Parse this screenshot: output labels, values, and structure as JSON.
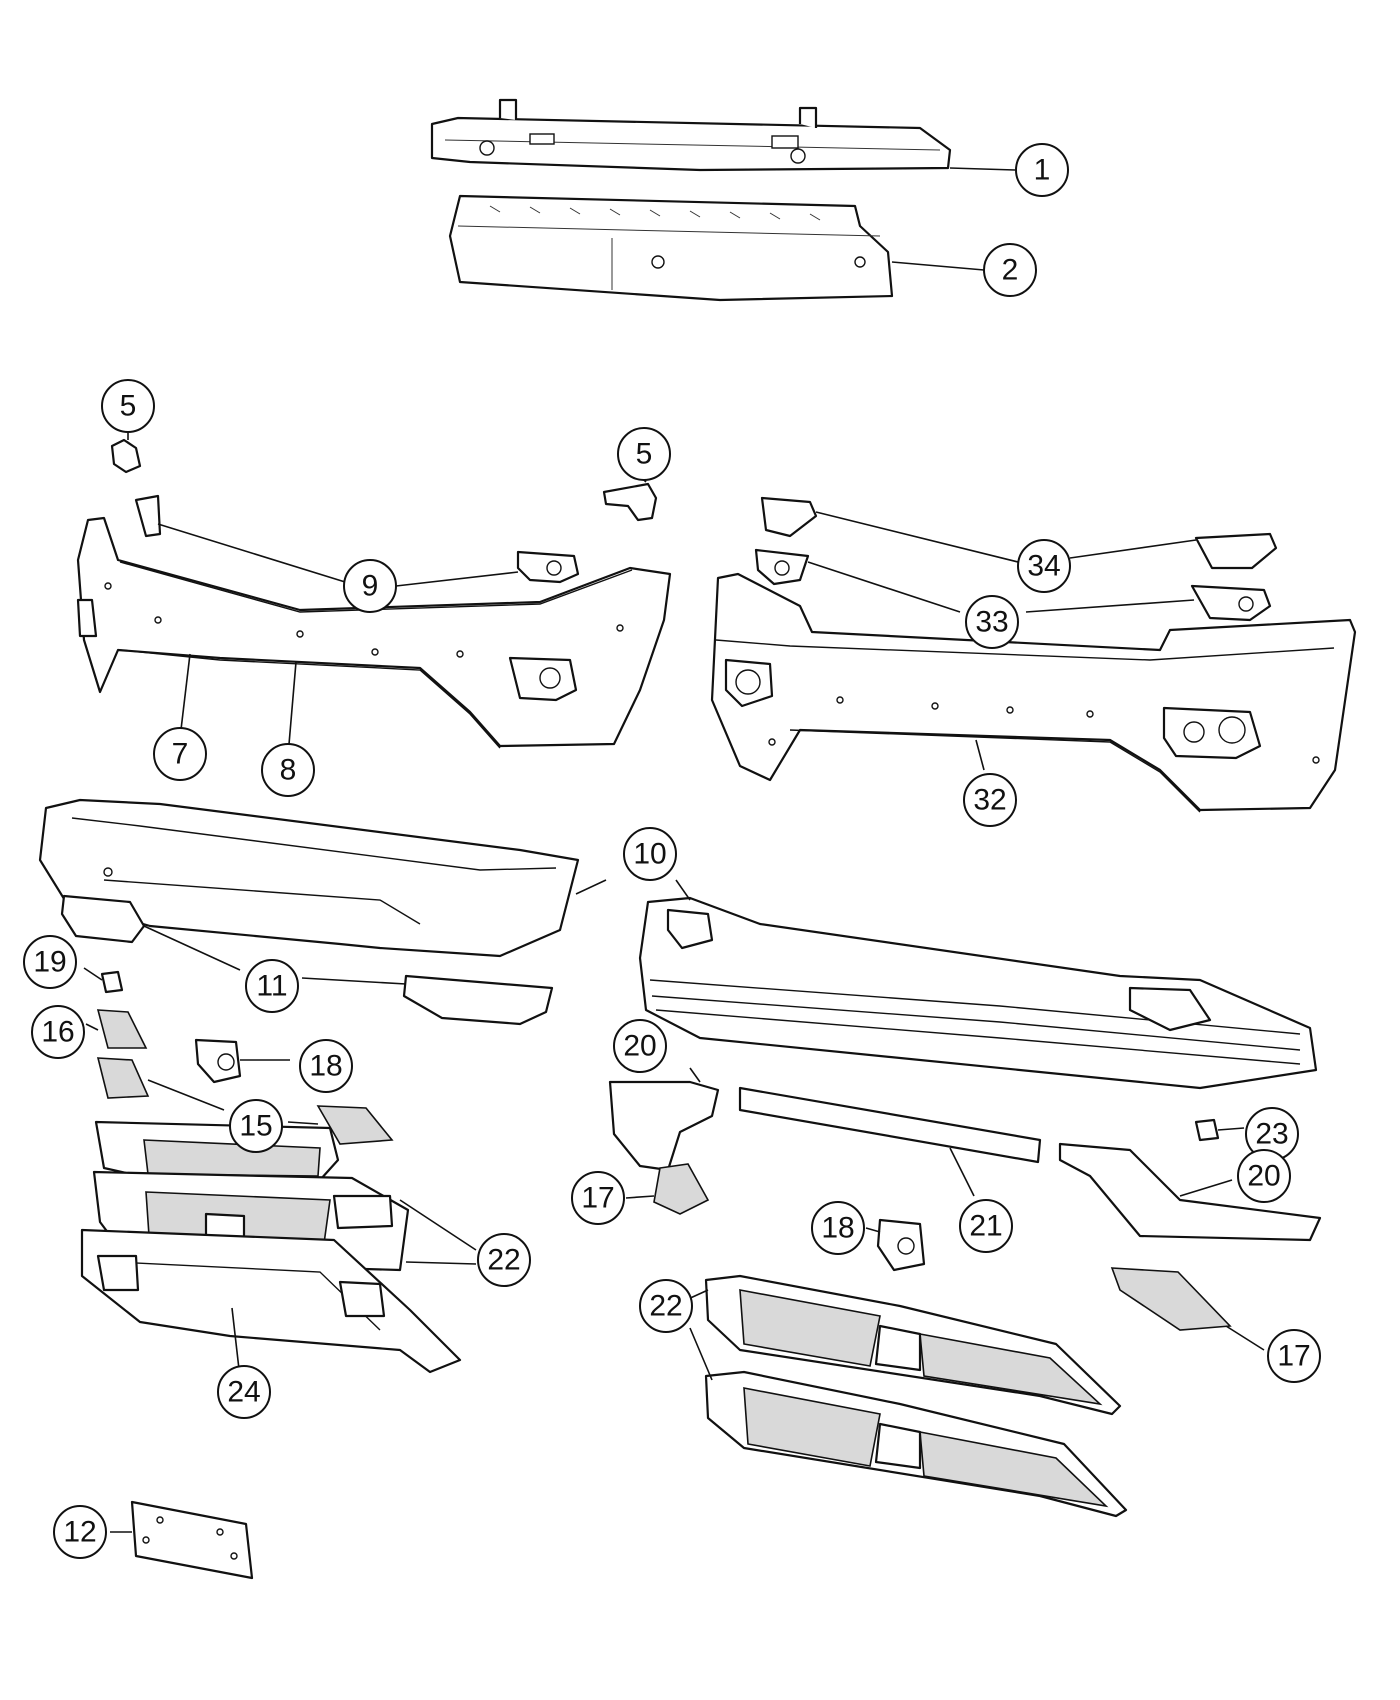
{
  "callouts": {
    "c1": "1",
    "c2": "2",
    "c5a": "5",
    "c5b": "5",
    "c7": "7",
    "c8": "8",
    "c9": "9",
    "c10": "10",
    "c11": "11",
    "c12": "12",
    "c15": "15",
    "c16": "16",
    "c17a": "17",
    "c17b": "17",
    "c18a": "18",
    "c18b": "18",
    "c19": "19",
    "c20a": "20",
    "c20b": "20",
    "c21": "21",
    "c22a": "22",
    "c22b": "22",
    "c23": "23",
    "c24": "24",
    "c32": "32",
    "c33": "33",
    "c34": "34"
  }
}
